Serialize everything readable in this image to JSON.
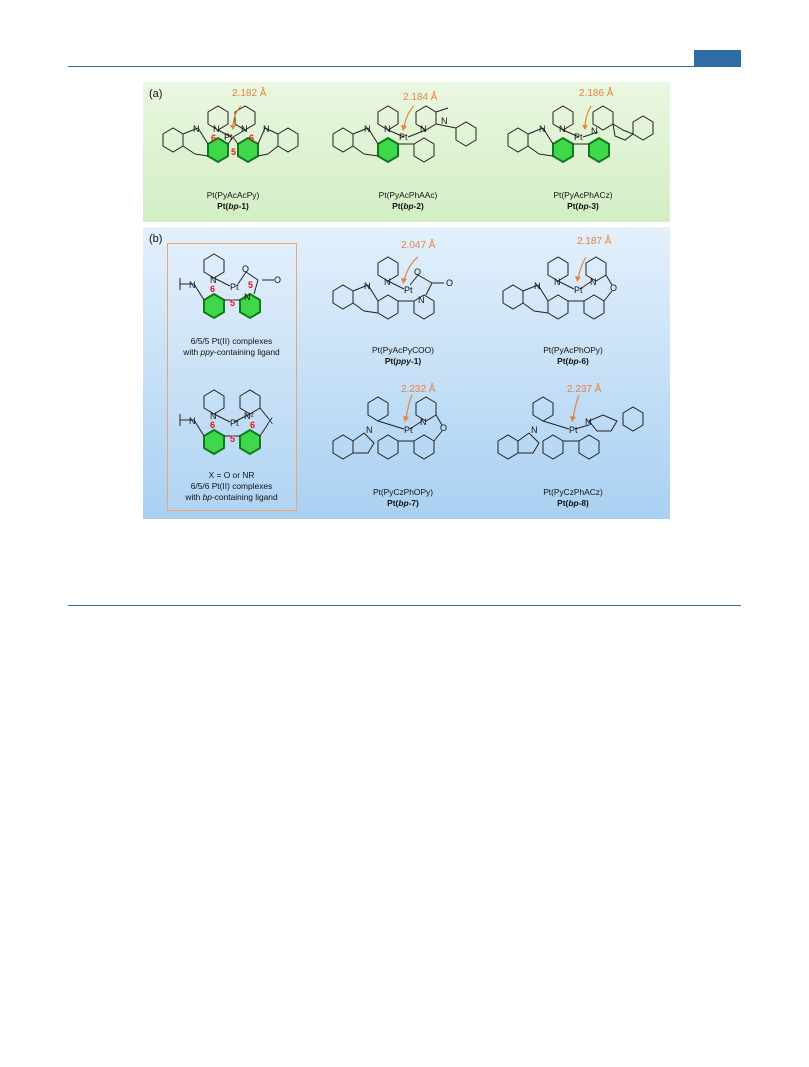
{
  "figure": {
    "panel_a": {
      "label": "(a)",
      "compounds": [
        {
          "name": "Pt(PyAcAcPy)",
          "id_prefix": "Pt(",
          "id_italic": "bp",
          "id_suffix": "-1)",
          "bond": "2.182 Å"
        },
        {
          "name": "Pt(PyAcPhAAc)",
          "id_prefix": "Pt(",
          "id_italic": "bp",
          "id_suffix": "-2)",
          "bond": "2.184 Å"
        },
        {
          "name": "Pt(PyAcPhACz)",
          "id_prefix": "Pt(",
          "id_italic": "bp",
          "id_suffix": "-3)",
          "bond": "2.186 Å"
        }
      ]
    },
    "panel_b": {
      "label": "(b)",
      "legend": {
        "top_line1": "6/5/5 Pt(II) complexes",
        "top_line2_prefix": "with ",
        "top_line2_italic": "ppy",
        "top_line2_suffix": "-containing ligand",
        "bottom_x": "X = O or NR",
        "bottom_line1": "6/5/6 Pt(II) complexes",
        "bottom_line2_prefix": "with ",
        "bottom_line2_italic": "bp",
        "bottom_line2_suffix": "-containing ligand"
      },
      "compounds": [
        {
          "name": "Pt(PyAcPyCOO)",
          "id_prefix": "Pt(",
          "id_italic": "ppy",
          "id_suffix": "-1)",
          "bond": "2.047 Å"
        },
        {
          "name": "Pt(PyAcPhOPy)",
          "id_prefix": "Pt(",
          "id_italic": "bp",
          "id_suffix": "-6)",
          "bond": "2.187 Å"
        },
        {
          "name": "Pt(PyCzPhOPy)",
          "id_prefix": "Pt(",
          "id_italic": "bp",
          "id_suffix": "-7)",
          "bond": "2.232 Å"
        },
        {
          "name": "Pt(PyCzPhACz)",
          "id_prefix": "Pt(",
          "id_italic": "bp",
          "id_suffix": "-8)",
          "bond": "2.237 Å"
        }
      ]
    },
    "atoms": {
      "pt": "Pt",
      "n": "N",
      "o": "O",
      "x": "X",
      "n2": "N²"
    },
    "ring_numbers": {
      "six": "6",
      "five": "5"
    },
    "colors": {
      "accent_orange": "#e8823f",
      "ring_green": "#3fd84a",
      "ring_number_red": "#e8151b",
      "rule_blue": "#2e6ca4"
    }
  }
}
